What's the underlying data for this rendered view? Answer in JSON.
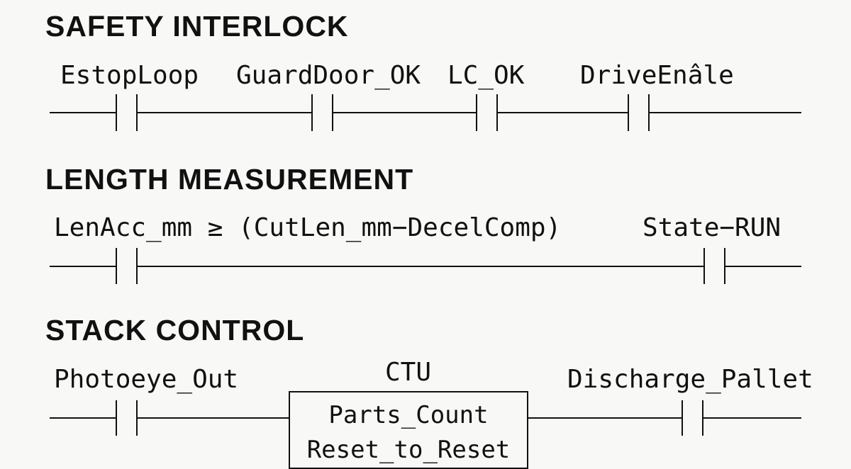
{
  "sections": {
    "safety": {
      "title": "SAFETY INTERLOCK",
      "contacts": [
        {
          "label": "EstopLoop",
          "type": "NO"
        },
        {
          "label": "GuardDoor_OK",
          "type": "NO"
        },
        {
          "label": "LC_OK",
          "type": "NO"
        },
        {
          "label": "DriveEnâle",
          "type": "NO"
        }
      ]
    },
    "length": {
      "title": "LENGTH MEASUREMENT",
      "condition": "LenAcc_mm ≥ (CutLen_mm−DecelComp)",
      "contact_label": "State−RUN"
    },
    "stack": {
      "title": "STACK CONTROL",
      "input_label": "Photoeye_Out",
      "block_type": "CTU",
      "block_lines": [
        "Parts_Count",
        "Reset_to_Reset"
      ],
      "output_label": "Discharge_Pallet"
    }
  }
}
